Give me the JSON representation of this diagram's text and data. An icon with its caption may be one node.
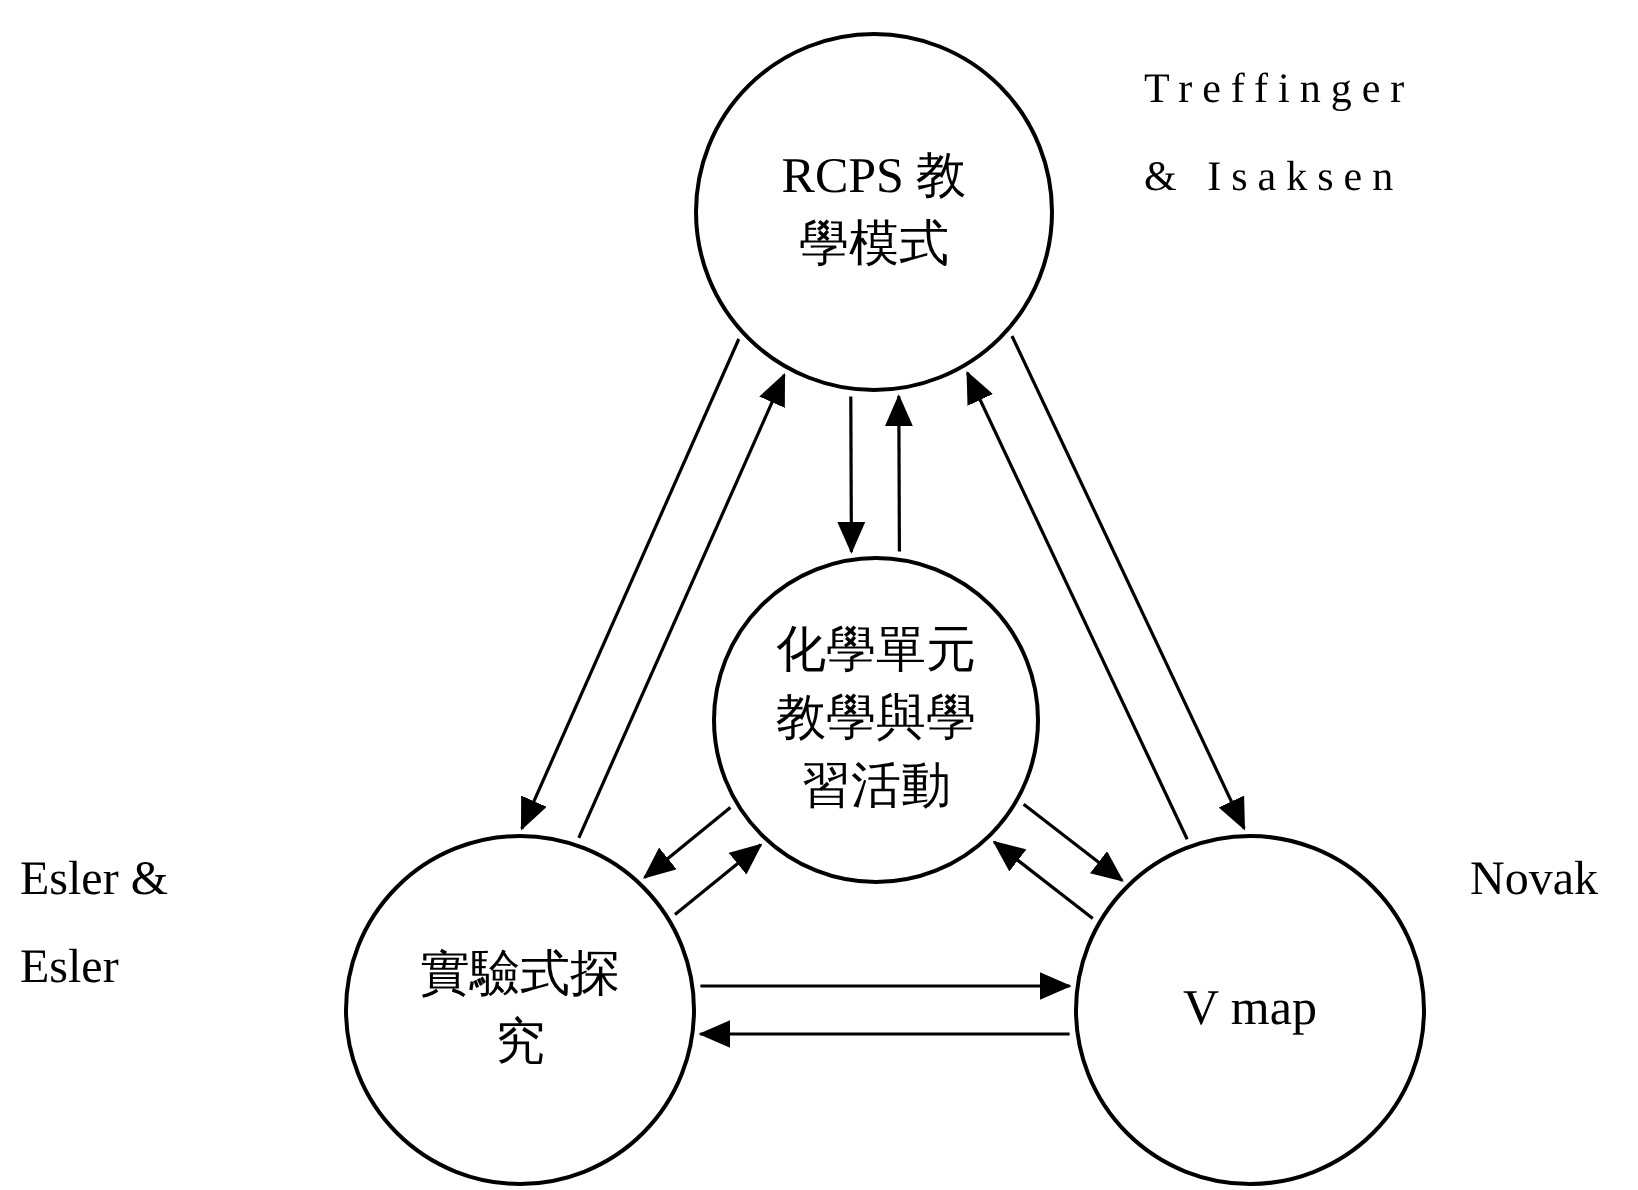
{
  "diagram": {
    "nodes": [
      {
        "text": [
          "RCPS 教學模式"
        ],
        "beside": [
          "Treffinger & Isaksen"
        ]
      },
      {
        "text": [
          "化學單元教學與學習活動"
        ]
      },
      {
        "text": [
          "實驗式探究"
        ],
        "beside": [
          "Esler & Esler"
        ]
      },
      {
        "text": [
          "V map"
        ],
        "beside": [
          "Novak"
        ]
      }
    ],
    "edges": [
      {
        "from": 0,
        "to": 1,
        "arrow": "to"
      },
      {
        "from": 1,
        "to": 0,
        "arrow": "to"
      },
      {
        "from": 0,
        "to": 2,
        "arrow": "to"
      },
      {
        "from": 2,
        "to": 0,
        "arrow": "to"
      },
      {
        "from": 0,
        "to": 3,
        "arrow": "to"
      },
      {
        "from": 3,
        "to": 0,
        "arrow": "to"
      },
      {
        "from": 1,
        "to": 2,
        "arrow": "to"
      },
      {
        "from": 2,
        "to": 1,
        "arrow": "to"
      },
      {
        "from": 1,
        "to": 3,
        "arrow": "to"
      },
      {
        "from": 3,
        "to": 1,
        "arrow": "to"
      },
      {
        "from": 2,
        "to": 3,
        "arrow": "to"
      },
      {
        "from": 3,
        "to": 2,
        "arrow": "to"
      }
    ]
  }
}
